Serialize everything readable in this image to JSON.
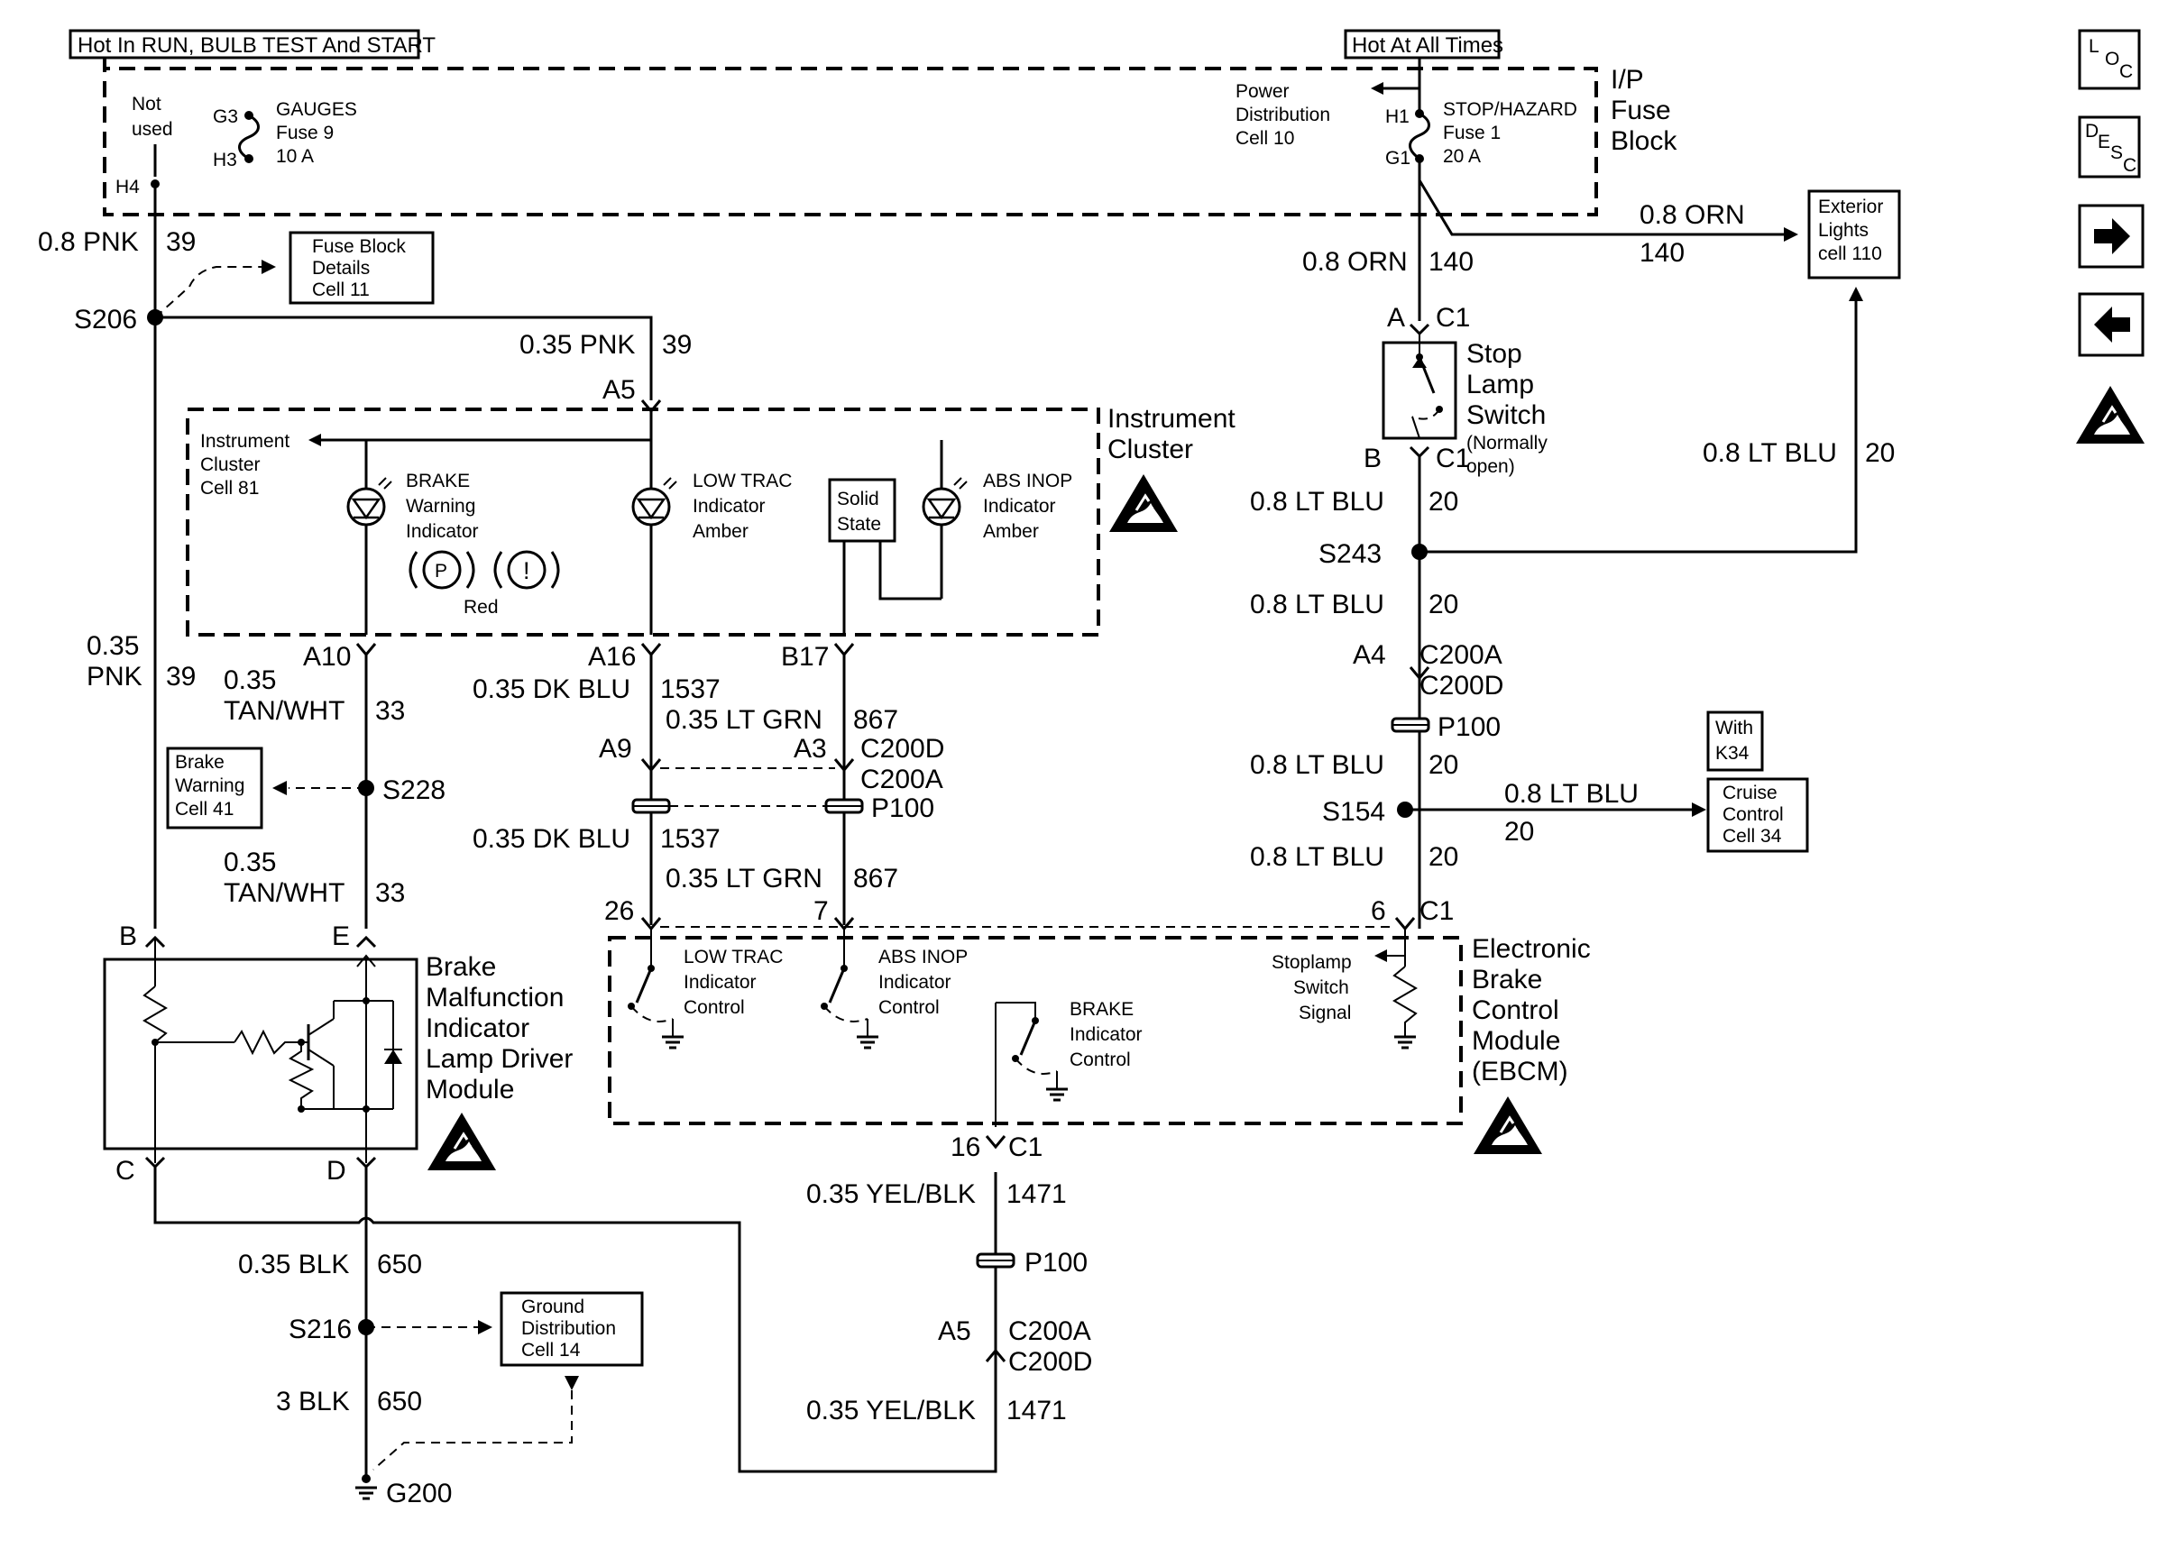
{
  "top_labels": {
    "hot_run": "Hot In RUN, BULB TEST And START",
    "hot_all": "Hot At All Times"
  },
  "fuse_block": {
    "title": [
      "I/P",
      "Fuse",
      "Block"
    ],
    "not_used": [
      "Not",
      "used"
    ],
    "gauges_fuse": [
      "GAUGES",
      "Fuse 9",
      "10 A"
    ],
    "stop_fuse": [
      "STOP/HAZARD",
      "Fuse 1",
      "20 A"
    ],
    "power_dist": [
      "Power",
      "Distribution",
      "Cell 10"
    ],
    "terminals": {
      "g3": "G3",
      "h3": "H3",
      "h4": "H4",
      "h1": "H1",
      "g1": "G1"
    }
  },
  "ref_boxes": {
    "fuse_details": [
      "Fuse Block",
      "Details",
      "Cell 11"
    ],
    "exterior_lights": [
      "Exterior",
      "Lights",
      "cell 110"
    ],
    "brake_warning": [
      "Brake",
      "Warning",
      "Cell 41"
    ],
    "cruise_control": [
      "Cruise",
      "Control",
      "Cell 34"
    ],
    "with_k34": [
      "With",
      "K34"
    ],
    "ground_dist": [
      "Ground",
      "Distribution",
      "Cell 14"
    ],
    "solid_state": [
      "Solid",
      "State"
    ]
  },
  "components": {
    "instrument_cluster": [
      "Instrument",
      "Cluster"
    ],
    "cluster_cell": [
      "Instrument",
      "Cluster",
      "Cell 81"
    ],
    "brake_warning_ind": [
      "BRAKE",
      "Warning",
      "Indicator"
    ],
    "brake_red": "Red",
    "low_trac_ind": [
      "LOW TRAC",
      "Indicator",
      "Amber"
    ],
    "abs_inop_ind": [
      "ABS INOP",
      "Indicator",
      "Amber"
    ],
    "stop_lamp_switch": [
      "Stop",
      "Lamp",
      "Switch"
    ],
    "stop_lamp_note": [
      "(Normally",
      "open)"
    ],
    "bmil_module": [
      "Brake",
      "Malfunction",
      "Indicator",
      "Lamp Driver",
      "Module"
    ],
    "ebcm": [
      "Electronic",
      "Brake",
      "Control",
      "Module",
      "(EBCM)"
    ],
    "low_trac_ctrl": [
      "LOW TRAC",
      "Indicator",
      "Control"
    ],
    "abs_inop_ctrl": [
      "ABS INOP",
      "Indicator",
      "Control"
    ],
    "brake_ctrl": [
      "BRAKE",
      "Indicator",
      "Control"
    ],
    "stoplamp_signal": [
      "Stoplamp",
      "Switch",
      "Signal"
    ]
  },
  "wires": {
    "pnk_08": "0.8 PNK",
    "c39": "39",
    "pnk_035": "0.35 PNK",
    "pnk_035_split": [
      "0.35",
      "PNK"
    ],
    "tanwht": [
      "0.35",
      "TAN/WHT"
    ],
    "c33": "33",
    "dkblu": "0.35 DK BLU",
    "c1537": "1537",
    "ltgrn": "0.35 LT GRN",
    "c867": "867",
    "orn_08": "0.8 ORN",
    "c140": "140",
    "ltblu_08": "0.8 LT BLU",
    "c20": "20",
    "yelblk": "0.35 YEL/BLK",
    "c1471": "1471",
    "blk_035": "0.35 BLK",
    "c650": "650",
    "blk_3": "3 BLK"
  },
  "connectors": {
    "s206": "S206",
    "s228": "S228",
    "s216": "S216",
    "g200": "G200",
    "s243": "S243",
    "s154": "S154",
    "a5": "A5",
    "a10": "A10",
    "a16": "A16",
    "b17": "B17",
    "a9": "A9",
    "a3": "A3",
    "c200d": "C200D",
    "c200a": "C200A",
    "p100": "P100",
    "n26": "26",
    "n7": "7",
    "n6": "6",
    "c1": "C1",
    "a": "A",
    "b": "B",
    "a4": "A4",
    "mb": "B",
    "me": "E",
    "mc": "C",
    "md": "D",
    "n16": "16",
    "a5b": "A5"
  },
  "nav": {
    "loc": [
      "L",
      "O",
      "C"
    ],
    "desc": [
      "D",
      "E",
      "S",
      "C"
    ],
    "next_icon": "arrow-right-icon",
    "prev_icon": "arrow-left-icon",
    "esd_icon": "esd-warning-icon"
  }
}
